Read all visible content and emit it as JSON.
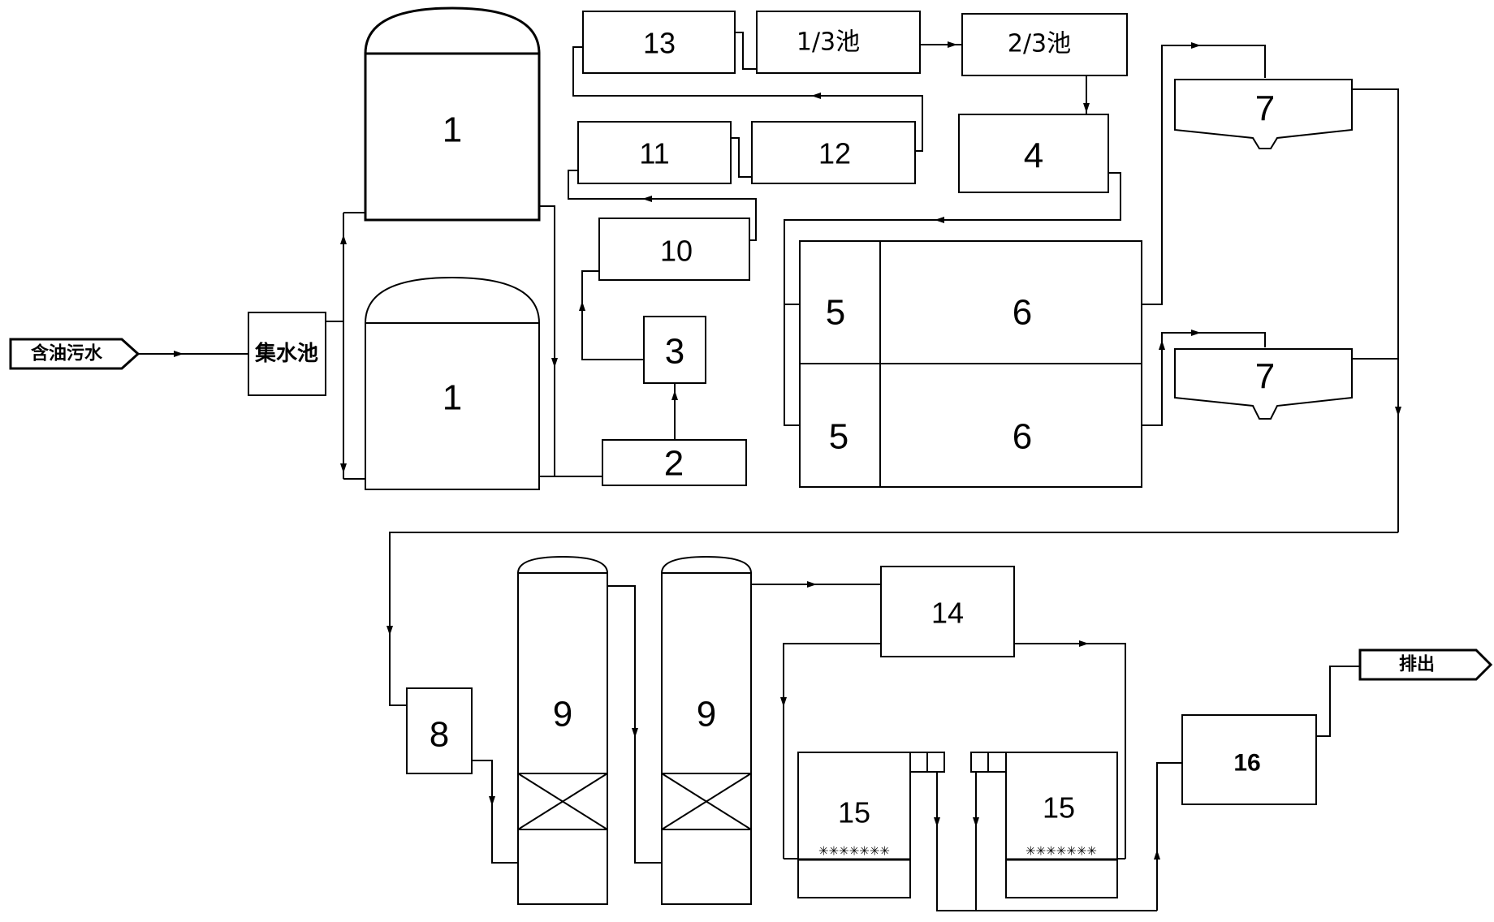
{
  "labels": {
    "inlet": "含油污水",
    "collection_tank": "集水池",
    "outlet": "排出",
    "tank1_top": "1",
    "tank1_bottom": "1",
    "unit2": "2",
    "unit3": "3",
    "unit4": "4",
    "unit5_top": "5",
    "unit5_bottom": "5",
    "unit6_top": "6",
    "unit6_bottom": "6",
    "unit7_top": "7",
    "unit7_bottom": "7",
    "unit8": "8",
    "unit9_left": "9",
    "unit9_right": "9",
    "unit10": "10",
    "unit11": "11",
    "unit12": "12",
    "unit13": "13",
    "pool_one_third": "1/3池",
    "pool_two_third": "2/3池",
    "unit14": "14",
    "unit15_left": "15",
    "unit15_right": "15",
    "unit16": "16",
    "diffuser_pattern": "✳✳✳✳✳✳✳"
  }
}
